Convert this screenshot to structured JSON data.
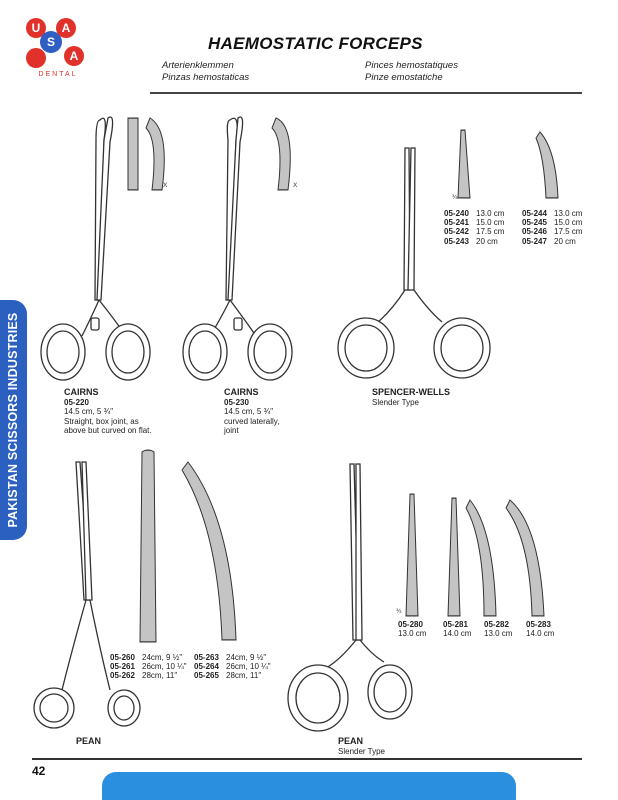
{
  "logo": {
    "letters": [
      "U",
      "S",
      "A",
      "A"
    ],
    "word": "DENTAL"
  },
  "header": {
    "title": "HAEMOSTATIC FORCEPS",
    "translations": [
      "Arterienklemmen",
      "Pinzas hemostaticas",
      "Pinces hemostatiques",
      "Pinze emostatiche"
    ]
  },
  "sidetab": {
    "text": "PAKISTAN SCISSORS INDUSTRIES"
  },
  "products": {
    "cairns_1": {
      "name": "CAIRNS",
      "code": "05-220",
      "size": "14.5 cm, 5 ¾\"",
      "desc_1": "Straight, box  joint, as",
      "desc_2": "above but curved on flat."
    },
    "cairns_2": {
      "name": "CAIRNS",
      "code": "05-230",
      "size": "14.5 cm, 5 ¾\"",
      "desc_1": "curved laterally,",
      "desc_2": "joint"
    },
    "spencer": {
      "name": "SPENCER-WELLS",
      "sub": "Slender Type",
      "scale": "¾",
      "left": [
        {
          "code": "05-240",
          "size": "13.0 cm"
        },
        {
          "code": "05-241",
          "size": "15.0 cm"
        },
        {
          "code": "05-242",
          "size": "17.5 cm"
        },
        {
          "code": "05-243",
          "size": "20 cm"
        }
      ],
      "right": [
        {
          "code": "05-244",
          "size": "13.0 cm"
        },
        {
          "code": "05-245",
          "size": "15.0 cm"
        },
        {
          "code": "05-246",
          "size": "17.5 cm"
        },
        {
          "code": "05-247",
          "size": "20 cm"
        }
      ]
    },
    "pean": {
      "name": "PEAN",
      "left": [
        {
          "code": "05-260",
          "size": "24cm, 9 ½\""
        },
        {
          "code": "05-261",
          "size": "26cm, 10 ¼\""
        },
        {
          "code": "05-262",
          "size": "28cm, 11\""
        }
      ],
      "right": [
        {
          "code": "05-263",
          "size": "24cm, 9 ½\""
        },
        {
          "code": "05-264",
          "size": "26cm, 10 ¼\""
        },
        {
          "code": "05-265",
          "size": "28cm, 11\""
        }
      ]
    },
    "pean_slender": {
      "name": "PEAN",
      "sub": "Slender Type",
      "scale": "¾",
      "items": [
        {
          "code": "05-280",
          "size": "13.0 cm"
        },
        {
          "code": "05-281",
          "size": "14.0 cm"
        },
        {
          "code": "05-282",
          "size": "13.0 cm"
        },
        {
          "code": "05-283",
          "size": "14.0 cm"
        }
      ]
    }
  },
  "scale_marks": {
    "cairns_1": "X",
    "cairns_2": "X"
  },
  "page_number": "42",
  "colors": {
    "tab": "#2b5fc0",
    "footer": "#2b8fe0",
    "logo_red": "#e0322a",
    "logo_blue": "#2f5fc4"
  }
}
